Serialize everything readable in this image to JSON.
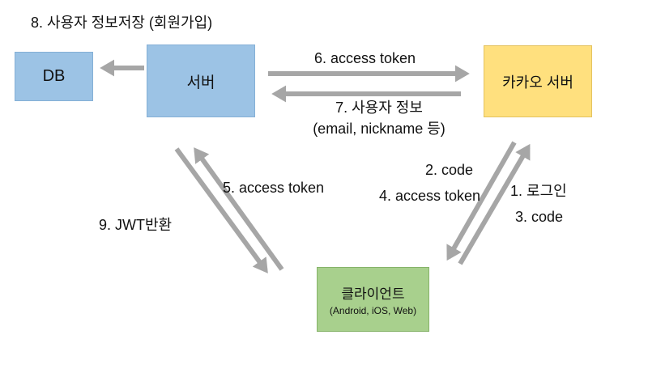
{
  "diagram": {
    "note": "8. 사용자 정보저장 (회원가입)",
    "nodes": {
      "db": {
        "label": "DB"
      },
      "server": {
        "label": "서버"
      },
      "kakao": {
        "label": "카카오 서버"
      },
      "client": {
        "label": "클라이언트",
        "sublabel": "(Android, iOS, Web)"
      }
    },
    "edge_labels": {
      "step6": "6. access token",
      "step7_line1": "7. 사용자 정보",
      "step7_line2": "(email, nickname 등)",
      "step2": "2. code",
      "step4": "4. access token",
      "step1": "1. 로그인",
      "step3": "3. code",
      "step5": "5. access token",
      "step9": "9. JWT반환"
    },
    "colors": {
      "node_blue": "#9CC3E5",
      "node_yellow": "#FFE07E",
      "node_green": "#A8D08D",
      "arrow_gray": "#A6A6A6",
      "text": "#111111"
    }
  }
}
